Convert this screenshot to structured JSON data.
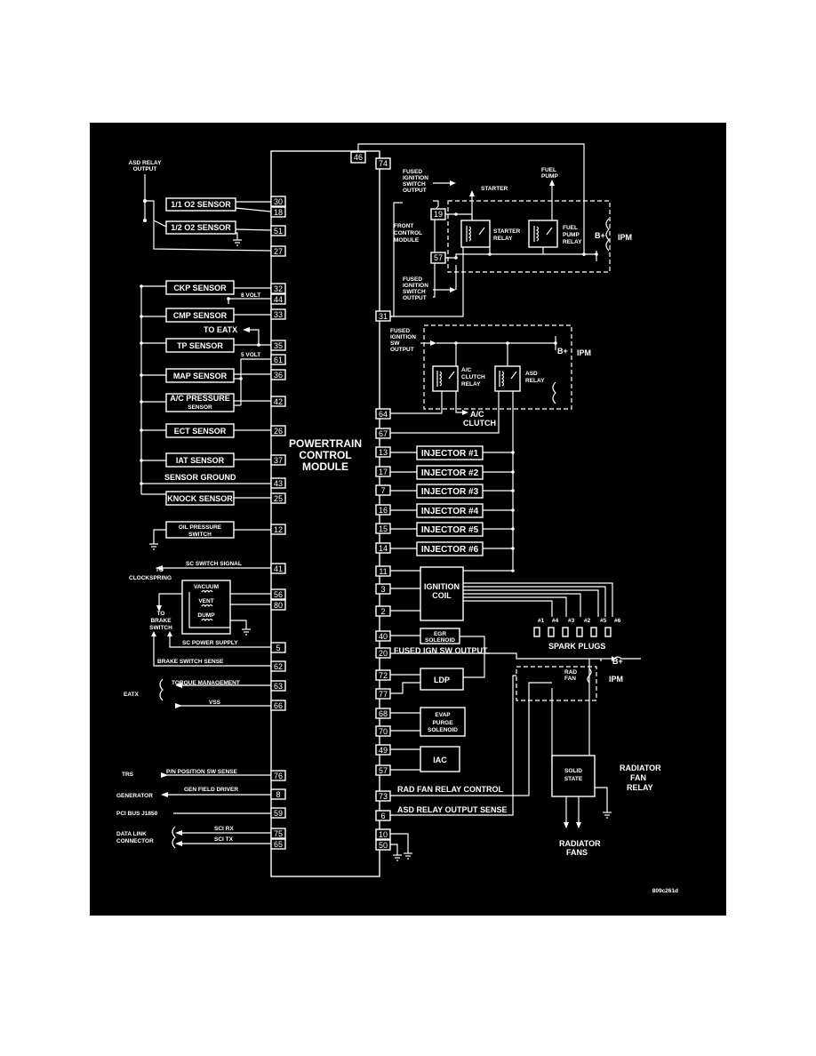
{
  "module": {
    "line1": "POWERTRAIN",
    "line2": "CONTROL",
    "line3": "MODULE"
  },
  "figure_code": "809c261d",
  "left": {
    "asd_relay_output": [
      "ASD RELAY",
      "OUTPUT"
    ],
    "o2_1": "1/1 O2 SENSOR",
    "o2_2": "1/2 O2 SENSOR",
    "ckp": "CKP SENSOR",
    "eight_volt": "8 VOLT",
    "cmp": "CMP SENSOR",
    "to_eatx": "TO EATX",
    "tp": "TP SENSOR",
    "five_volt": "5 VOLT",
    "map": "MAP SENSOR",
    "ac_pressure": [
      "A/C PRESSURE",
      "SENSOR"
    ],
    "ect": "ECT SENSOR",
    "iat": "IAT SENSOR",
    "sensor_ground": "SENSOR GROUND",
    "knock": "KNOCK SENSOR",
    "oil_pressure": [
      "OIL PRESSURE",
      "SWITCH"
    ],
    "sc_switch_signal": "SC SWITCH SIGNAL",
    "to_clockspring": [
      "TO",
      "CLOCKSPRING"
    ],
    "vacuum": "VACUUM",
    "vent": "VENT",
    "dump": "DUMP",
    "to_brake_switch": [
      "TO",
      "BRAKE",
      "SWITCH"
    ],
    "sc_power_supply": "SC POWER SUPPLY",
    "brake_switch_sense": "BRAKE SWITCH SENSE",
    "torque_management": "TORQUE MANAGEMENT",
    "eatx": "EATX",
    "vss": "VSS",
    "trs": "TRS",
    "pn_position": "P/N POSITION SW SENSE",
    "generator": "GENERATOR",
    "gen_field_driver": "GEN FIELD DRIVER",
    "pci_bus": "PCI BUS J1850",
    "data_link": [
      "DATA LINK",
      "CONNECTOR"
    ],
    "sci_rx": "SCI RX",
    "sci_tx": "SCI TX"
  },
  "left_pins": [
    "30",
    "18",
    "51",
    "27",
    "32",
    "44",
    "33",
    "35",
    "61",
    "36",
    "42",
    "26",
    "37",
    "43",
    "25",
    "12",
    "41",
    "56",
    "80",
    "5",
    "62",
    "63",
    "66",
    "76",
    "8",
    "59",
    "75",
    "65"
  ],
  "top_pins": [
    "46",
    "74"
  ],
  "right_pins": [
    "19",
    "57",
    "31",
    "64",
    "67",
    "13",
    "17",
    "7",
    "16",
    "15",
    "14",
    "11",
    "3",
    "2",
    "40",
    "20",
    "72",
    "77",
    "68",
    "70",
    "49",
    "57",
    "73",
    "6",
    "10",
    "50"
  ],
  "right": {
    "fused_ign_1": [
      "FUSED",
      "IGNITION",
      "SWITCH",
      "OUTPUT"
    ],
    "starter": "STARTER",
    "fuel_pump": [
      "FUEL",
      "PUMP"
    ],
    "front_control_module": [
      "FRONT",
      "CONTROL",
      "MODULE"
    ],
    "starter_relay": [
      "STARTER",
      "RELAY"
    ],
    "fuel_pump_relay": [
      "FUEL",
      "PUMP",
      "RELAY"
    ],
    "b_plus": "B+",
    "ipm": "IPM",
    "fused_ign_2": [
      "FUSED",
      "IGNITION",
      "SWITCH",
      "OUTPUT"
    ],
    "fused_ign_sw": [
      "FUSED",
      "IGNITION",
      "SW",
      "OUTPUT"
    ],
    "ac_clutch_relay": [
      "A/C",
      "CLUTCH",
      "RELAY"
    ],
    "asd_relay": [
      "ASD",
      "RELAY"
    ],
    "ac_clutch": [
      "A/C",
      "CLUTCH"
    ],
    "injectors": [
      "INJECTOR #1",
      "INJECTOR #2",
      "INJECTOR #3",
      "INJECTOR #4",
      "INJECTOR #5",
      "INJECTOR #6"
    ],
    "ignition_coil": [
      "IGNITION",
      "COIL"
    ],
    "plug_numbers": [
      "#1",
      "#4",
      "#3",
      "#2",
      "#5",
      "#6"
    ],
    "spark_plugs": "SPARK PLUGS",
    "egr": [
      "EGR",
      "SOLENOID"
    ],
    "fused_ign_sw_output": "FUSED IGN SW OUTPUT",
    "ldp": "LDP",
    "rad_fan": [
      "RAD",
      "FAN"
    ],
    "evap": [
      "EVAP",
      "PURGE",
      "SOLENOID"
    ],
    "iac": "IAC",
    "solid_state": [
      "SOLID",
      "STATE"
    ],
    "radiator_fan_relay": [
      "RADIATOR",
      "FAN",
      "RELAY"
    ],
    "rad_fan_relay_control": "RAD FAN RELAY CONTROL",
    "asd_relay_output_sense": "ASD RELAY OUTPUT SENSE",
    "radiator_fans": [
      "RADIATOR",
      "FANS"
    ]
  }
}
